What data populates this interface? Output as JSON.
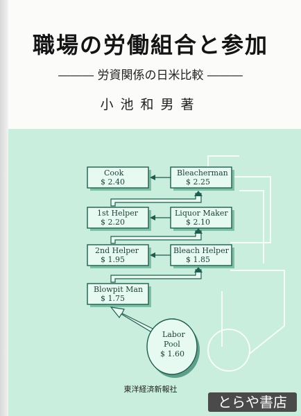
{
  "cover": {
    "title": "職場の労働組合と参加",
    "subtitle": "労資関係の日米比較",
    "author": "小池和男著",
    "publisher": "東洋経済新報社",
    "watermark": "とらや書店"
  },
  "diagram": {
    "boxes": [
      {
        "name": "cook",
        "title": "Cook",
        "value": "$ 2.40"
      },
      {
        "name": "bleacherman",
        "title": "Bleacherman",
        "value": "$ 2.25"
      },
      {
        "name": "first-helper",
        "title": "1st Helper",
        "value": "$ 2.20"
      },
      {
        "name": "liquor-maker",
        "title": "Liquor Maker",
        "value": "$ 2.10"
      },
      {
        "name": "second-helper",
        "title": "2nd Helper",
        "value": "$ 1.95"
      },
      {
        "name": "bleach-helper",
        "title": "Bleach Helper",
        "value": "$ 1.85"
      },
      {
        "name": "blowpit-man",
        "title": "Blowpit Man",
        "value": "$ 1.75"
      }
    ],
    "pool": {
      "line1": "Labor",
      "line2": "Pool",
      "value": "$ 1.60"
    }
  },
  "colors": {
    "panel": "#c9eedd",
    "stroke": "#1f5c4d",
    "box_fill": "#e6faf2"
  }
}
